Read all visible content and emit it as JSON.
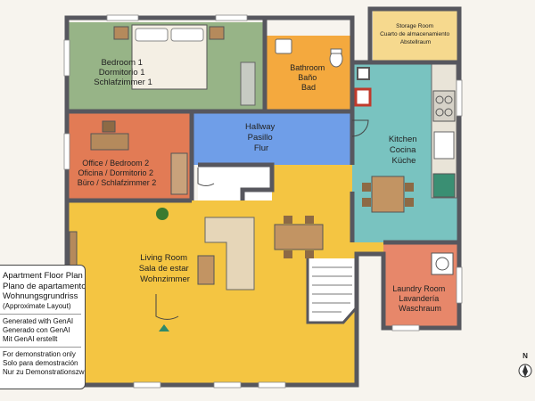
{
  "rooms": {
    "bedroom1": [
      "Bedroom 1",
      "Dormitorio 1",
      "Schlafzimmer 1"
    ],
    "bathroom": [
      "Bathroom",
      "Baño",
      "Bad"
    ],
    "storage": [
      "Storage Room",
      "Cuarto de almacenamiento",
      "Abstellraum"
    ],
    "hallway": [
      "Hallway",
      "Pasillo",
      "Flur"
    ],
    "office": [
      "Office / Bedroom 2",
      "Oficina / Dormitorio 2",
      "Büro / Schlafzimmer 2"
    ],
    "kitchen": [
      "Kitchen",
      "Cocina",
      "Küche"
    ],
    "living": [
      "Living Room",
      "Sala de estar",
      "Wohnzimmer"
    ],
    "laundry": [
      "Laundry Room",
      "Lavandería",
      "Waschraum"
    ]
  },
  "legend": {
    "title": [
      "Apartment Floor Plan",
      "Plano de apartamento",
      "Wohnungsgrundriss"
    ],
    "approx": "(Approximate Layout)",
    "generated": [
      "Generated with GenAI",
      "Generado con GenAI",
      "Mit GenAI erstellt"
    ],
    "demo": [
      "For demonstration only",
      "Solo para demostración",
      "Nur zu Demonstrationszwecken"
    ]
  },
  "compass": {
    "label": "N"
  },
  "colors": {
    "bedroom": "#97b487",
    "bathroom": "#f4a93e",
    "storage": "#f6d98e",
    "hallway": "#6f9ee8",
    "office": "#e27b55",
    "kitchen": "#79c3c0",
    "living": "#f4c542",
    "laundry": "#e7876a",
    "wall": "#57575e"
  }
}
